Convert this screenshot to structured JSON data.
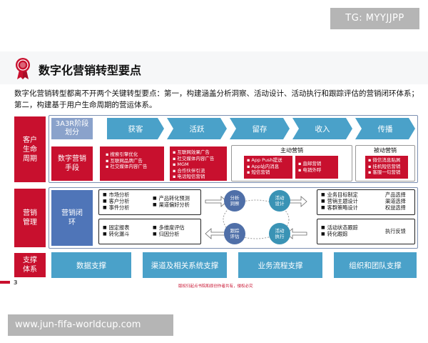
{
  "watermark_top": "TG: MYYJJPP",
  "watermark_bottom": "www.jun-fifa-worldcup.com",
  "slide": {
    "title": "数字化营销转型要点",
    "description": "数字化营销转型都离不开两个关键转型要点：第一，构建涵盖分析洞察、活动设计、活动执行和跟踪评估的营销闭环体系；第二，构建基于用户生命周期的营运体系。",
    "page_number": "3",
    "copyright": "版权归起点书院和原创作者共有，侵权必究"
  },
  "lifecycle": {
    "row_label": "客户\n生命\n周期",
    "header_label": "3A3R阶段划分",
    "means_label": "数字营销手段",
    "stages": [
      "获客",
      "活跃",
      "留存",
      "收入",
      "传播"
    ],
    "acquire_items": [
      "搜索引擎优化",
      "互联网品牌广告",
      "社交媒体内容广告"
    ],
    "active_items": [
      "互联网效果广告",
      "社交媒体内容广告",
      "MGM",
      "合作伙伴引流",
      "电话短信营销"
    ],
    "active_marketing_label": "主动营销",
    "active_marketing_left": [
      "App Push提送",
      "App站内消息",
      "短信营销"
    ],
    "active_marketing_right": [
      "直邮营销",
      "电销外呼"
    ],
    "passive_marketing_label": "被动营销",
    "passive_marketing_items": [
      "微信消息贴屑",
      "挂机短信营销",
      "客服一句营销"
    ]
  },
  "closed_loop": {
    "row_label": "营销\n管理",
    "header_label": "营销闭环",
    "analysis_col1": [
      "市场分析",
      "客户分析",
      "事件分析"
    ],
    "analysis_col2": [
      "产品转化预测",
      "渠道偏好分析"
    ],
    "tracking_col1": [
      "固定报表",
      "转化漏斗"
    ],
    "tracking_col2": [
      "多维度评估",
      "归因分析"
    ],
    "circles": {
      "analysis": "分析\n洞察",
      "design": "活动\n设计",
      "tracking": "跟踪\n评估",
      "execution": "活动\n执行"
    },
    "design_col1": [
      "业务目标制定",
      "营销主题设计",
      "客群策略设计"
    ],
    "design_col2": [
      "产品选择",
      "渠道选择",
      "权益选择"
    ],
    "execution_col1": [
      "活动状态跟踪",
      "转化跟踪"
    ],
    "execution_col2": "执行反馈"
  },
  "support": {
    "row_label": "支撑\n体系",
    "items": [
      "数据支撑",
      "渠道及相关系统支撑",
      "业务流程支撑",
      "组织和团队支撑"
    ]
  },
  "colors": {
    "brand_red": "#c8102e",
    "stage_blue": "#4aa1c9",
    "header_blue": "#8aa2cb",
    "circle_navy": "#4f6fa8",
    "circle_teal": "#3a93b5"
  }
}
